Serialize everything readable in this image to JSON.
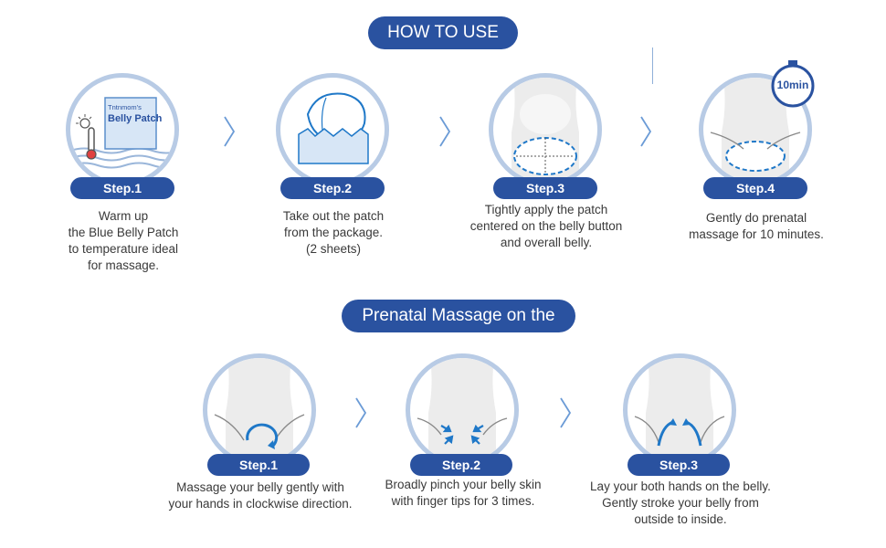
{
  "how_to_use": {
    "title": "HOW TO USE",
    "steps": [
      {
        "label": "Step.1",
        "lines": [
          "Warm up",
          "the Blue Belly Patch",
          "to temperature ideal",
          "for massage."
        ],
        "patch_brand": "Tntnmom's",
        "patch_name": "Belly Patch"
      },
      {
        "label": "Step.2",
        "lines": [
          "Take out the patch",
          "from the package.",
          "(2 sheets)"
        ]
      },
      {
        "label": "Step.3",
        "lines": [
          "Tightly apply the patch",
          "centered on the belly button",
          "and overall belly."
        ]
      },
      {
        "label": "Step.4",
        "lines": [
          "Gently do prenatal",
          "massage for 10 minutes."
        ],
        "timer": "10min"
      }
    ]
  },
  "massage": {
    "title": "Prenatal Massage on the Belly",
    "steps": [
      {
        "label": "Step.1",
        "lines": [
          "Massage your belly gently with",
          "your hands in clockwise direction."
        ]
      },
      {
        "label": "Step.2",
        "lines": [
          "Broadly pinch your belly skin",
          "with finger tips for 3 times."
        ]
      },
      {
        "label": "Step.3",
        "lines": [
          "Lay your both hands on the belly.",
          "Gently stroke your belly from",
          "outside to inside."
        ]
      }
    ]
  },
  "colors": {
    "primary": "#2a52a0",
    "circle_border": "#b8cbe5",
    "accent": "#1f78c8",
    "chevron": "#6b9bd6"
  }
}
